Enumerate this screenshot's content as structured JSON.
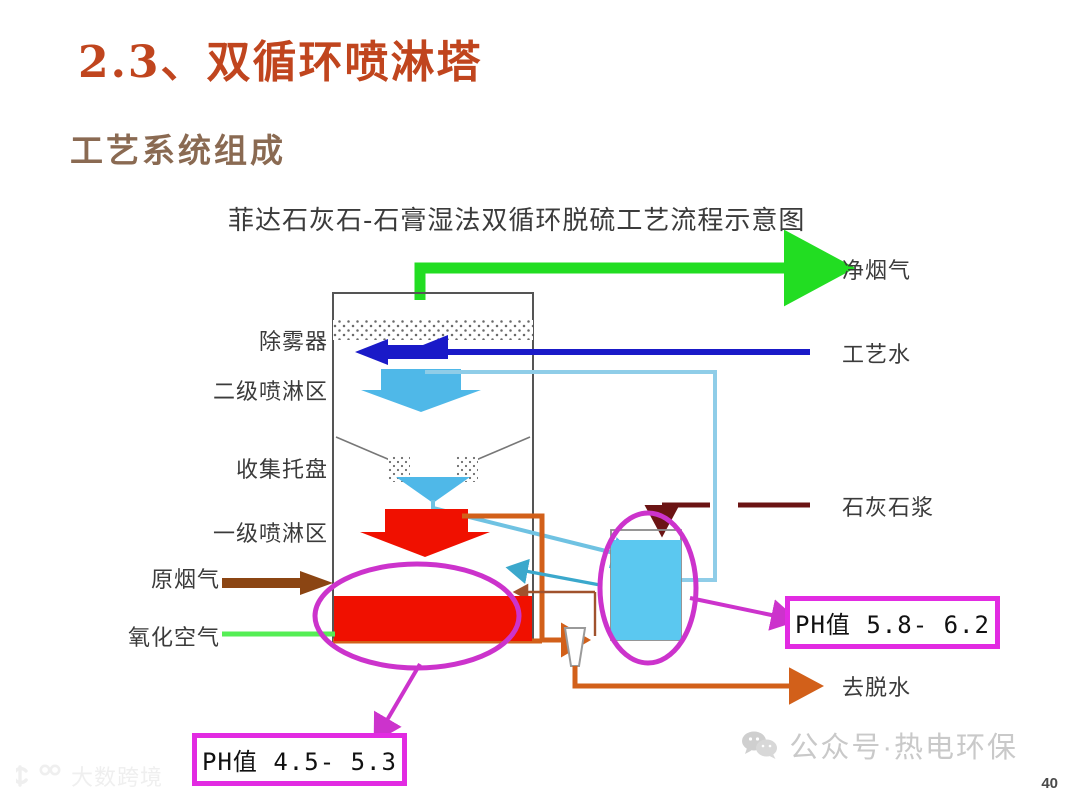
{
  "slide": {
    "title": "2.3、双循环喷淋塔",
    "subtitle": "工艺系统组成",
    "page_number": "40",
    "title_color": "#C0451E",
    "subtitle_color": "#8A6A52"
  },
  "figure": {
    "caption": "菲达石灰石-石膏湿法双循环脱硫工艺流程示意图",
    "left_labels": [
      {
        "text": "除雾器"
      },
      {
        "text": "二级喷淋区"
      },
      {
        "text": "收集托盘"
      },
      {
        "text": "一级喷淋区"
      },
      {
        "text": "原烟气"
      },
      {
        "text": "氧化空气"
      }
    ],
    "right_labels": [
      {
        "text": "净烟气"
      },
      {
        "text": "工艺水"
      },
      {
        "text": "石灰石浆"
      },
      {
        "text": "去脱水"
      }
    ],
    "callouts": [
      {
        "text": "PH值 4.5- 5.3"
      },
      {
        "text": "PH值 5.8- 6.2"
      }
    ],
    "colors": {
      "clean_gas_green": "#22DD22",
      "process_water_blue": "#1A1AC8",
      "spray_light_blue": "#4FB8E8",
      "limestone_slurry_darkred": "#6B1414",
      "raw_gas_brown": "#8B4513",
      "oxidation_air_green": "#55EE55",
      "recirculation_orange": "#D2601A",
      "primary_spray_red": "#F01000",
      "tank_fill_blue": "#5BC8F0",
      "highlight_magenta": "#CC33CC",
      "callout_border": "#E22BE2",
      "tower_outline": "#555555"
    }
  },
  "watermarks": {
    "right_text": "公众号·热电环保",
    "right_icon": "wechat-icon",
    "left_text": "大数跨境",
    "left_icon": "brand-logo-icon"
  }
}
